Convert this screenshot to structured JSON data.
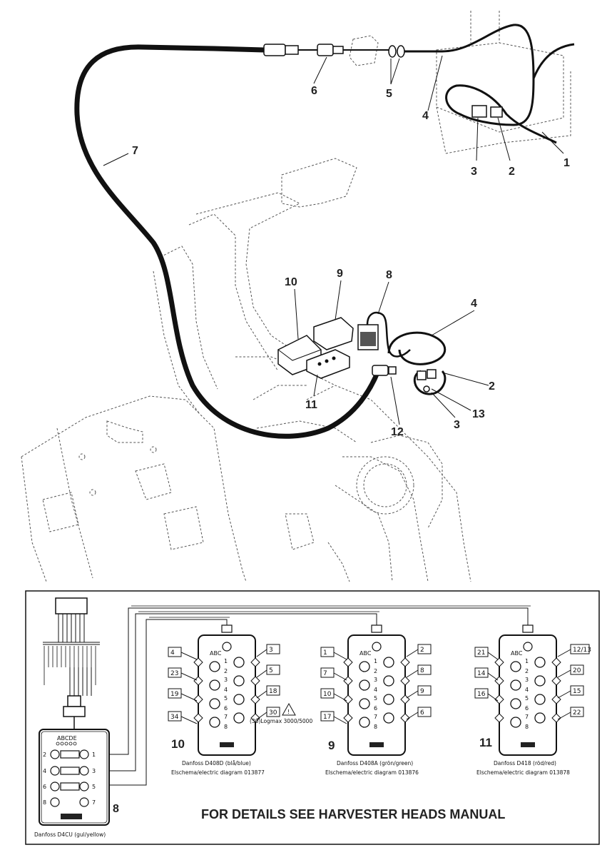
{
  "top_callouts": [
    "1",
    "2",
    "3",
    "4",
    "5",
    "6",
    "7",
    "8",
    "9",
    "10",
    "11",
    "12",
    "13"
  ],
  "top_labels": {
    "c1": "1",
    "c2": "2",
    "c3": "3",
    "c4": "4",
    "c5": "5",
    "c6": "6",
    "c7": "7",
    "c10": "10",
    "c9": "9",
    "c8": "8",
    "c4b": "4",
    "c2b": "2",
    "c13": "13",
    "c3b": "3",
    "c11": "11",
    "c12": "12"
  },
  "panel": {
    "note": "FOR DETAILS SEE HARVESTER HEADS MANUAL",
    "d4cu": {
      "callout": "8",
      "header": "ABCDE",
      "caption": "Danfoss D4CU (gul/yellow)",
      "left_pins": [
        "2",
        "4",
        "6",
        "8"
      ],
      "right_pins": [
        "1",
        "3",
        "5",
        "7"
      ]
    },
    "box10": {
      "callout": "10",
      "caption1": "Danfoss D408D (blå/blue)",
      "caption2": "Elschema/electric diagram 013877",
      "left_boxes": [
        "4",
        "23",
        "19",
        "34"
      ],
      "right_boxes": [
        "3",
        "5",
        "18",
        "30"
      ],
      "note": "(30)Logmax 3000/5000",
      "warn": "!"
    },
    "box9": {
      "callout": "9",
      "caption1": "Danfoss D408A (grön/green)",
      "caption2": "Elschema/electric diagram 013876",
      "left_boxes": [
        "1",
        "7",
        "10",
        "17"
      ],
      "right_boxes": [
        "2",
        "8",
        "9",
        "6"
      ]
    },
    "box11": {
      "callout": "11",
      "caption1": "Danfoss D418 (röd/red)",
      "caption2": "Elschema/electric diagram 013878",
      "left_boxes": [
        "21",
        "14",
        "16"
      ],
      "right_boxes": [
        "12/13",
        "20",
        "15",
        "22"
      ]
    },
    "header_text": "ABC",
    "pins_odd": [
      "1",
      "3",
      "5",
      "7"
    ],
    "pins_even": [
      "2",
      "4",
      "6",
      "8"
    ]
  }
}
